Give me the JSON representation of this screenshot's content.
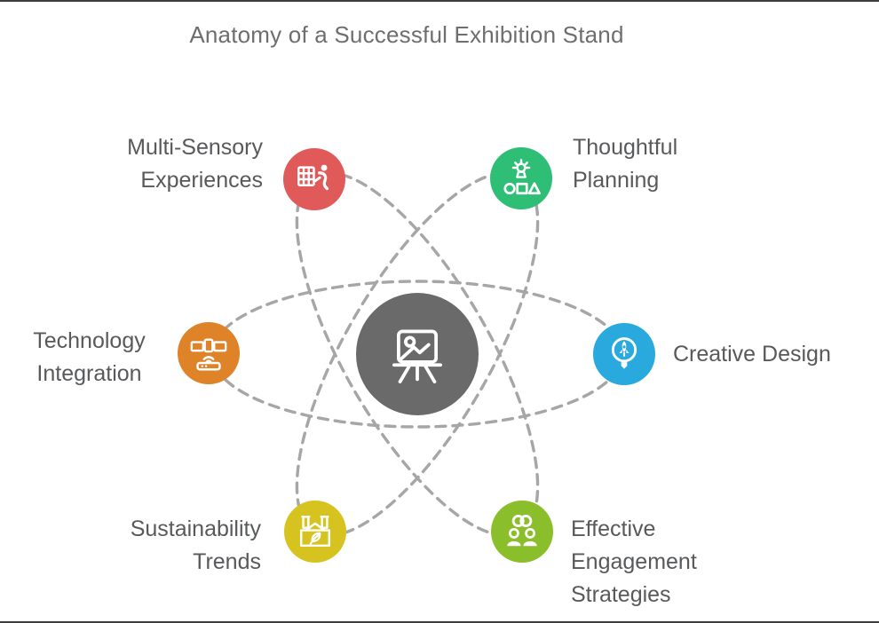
{
  "title": "Anatomy of a Successful Exhibition Stand",
  "orbit": {
    "color": "#a6a6a6",
    "style": "dashed"
  },
  "center": {
    "name": "exhibition-stand",
    "icon": "easel-picture-icon",
    "color": "#6a6a6a"
  },
  "nodes": [
    {
      "id": "multi-sensory-experiences",
      "lines": [
        "Multi-Sensory",
        "Experiences"
      ],
      "color": "#e05a5a",
      "icon": "touch-wall-icon"
    },
    {
      "id": "thoughtful-planning",
      "lines": [
        "Thoughtful",
        "Planning"
      ],
      "color": "#2fbe76",
      "icon": "idea-shapes-icon"
    },
    {
      "id": "technology-integration",
      "lines": [
        "Technology",
        "Integration"
      ],
      "color": "#de8327",
      "icon": "devices-router-icon"
    },
    {
      "id": "creative-design",
      "lines": [
        "Creative Design"
      ],
      "color": "#29a9de",
      "icon": "rocket-bulb-icon"
    },
    {
      "id": "sustainability-trends",
      "lines": [
        "Sustainability",
        "Trends"
      ],
      "color": "#d6c31f",
      "icon": "eco-factory-icon"
    },
    {
      "id": "effective-engagement-strategies",
      "lines": [
        "Effective",
        "Engagement",
        "Strategies"
      ],
      "color": "#8bbe2b",
      "icon": "people-rings-icon"
    }
  ]
}
